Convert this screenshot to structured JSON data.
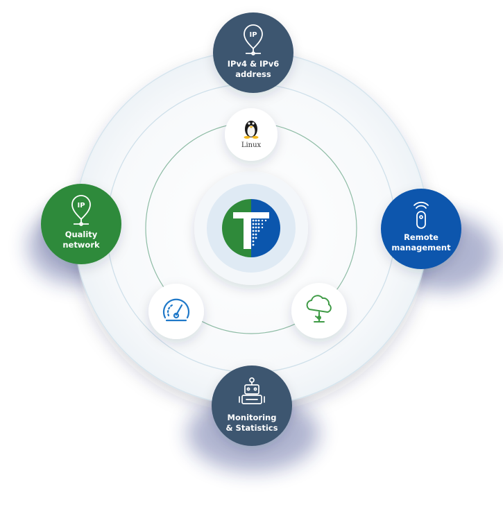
{
  "nodes": {
    "top": {
      "line1": "IPv4 & IPv6",
      "line2": "address",
      "icon": "ip-location-icon",
      "color": "#3d5670"
    },
    "left": {
      "line1": "Quality",
      "line2": "network",
      "icon": "ip-location-icon",
      "color": "#2f8a3a"
    },
    "right": {
      "line1": "Remote",
      "line2": "management",
      "icon": "remote-control-icon",
      "color": "#0b56ad"
    },
    "bottom": {
      "line1": "Monitoring",
      "line2": "& Statistics",
      "icon": "robot-icon",
      "color": "#3d5670"
    }
  },
  "inner_icons": {
    "linux": {
      "label": "Linux",
      "icon": "tux-penguin-icon"
    },
    "speed": {
      "icon": "speedometer-icon",
      "color": "#1f78c8"
    },
    "cloud": {
      "icon": "cloud-tree-icon",
      "color": "#3e9a45"
    }
  },
  "center": {
    "icon": "t-logo-icon",
    "green": "#2f8a3a",
    "blue": "#0b56ad"
  },
  "colors": {
    "ring_outer": "#cfe0ea",
    "ring_inner": "#7fb59a",
    "halo": "#dce9f3"
  }
}
